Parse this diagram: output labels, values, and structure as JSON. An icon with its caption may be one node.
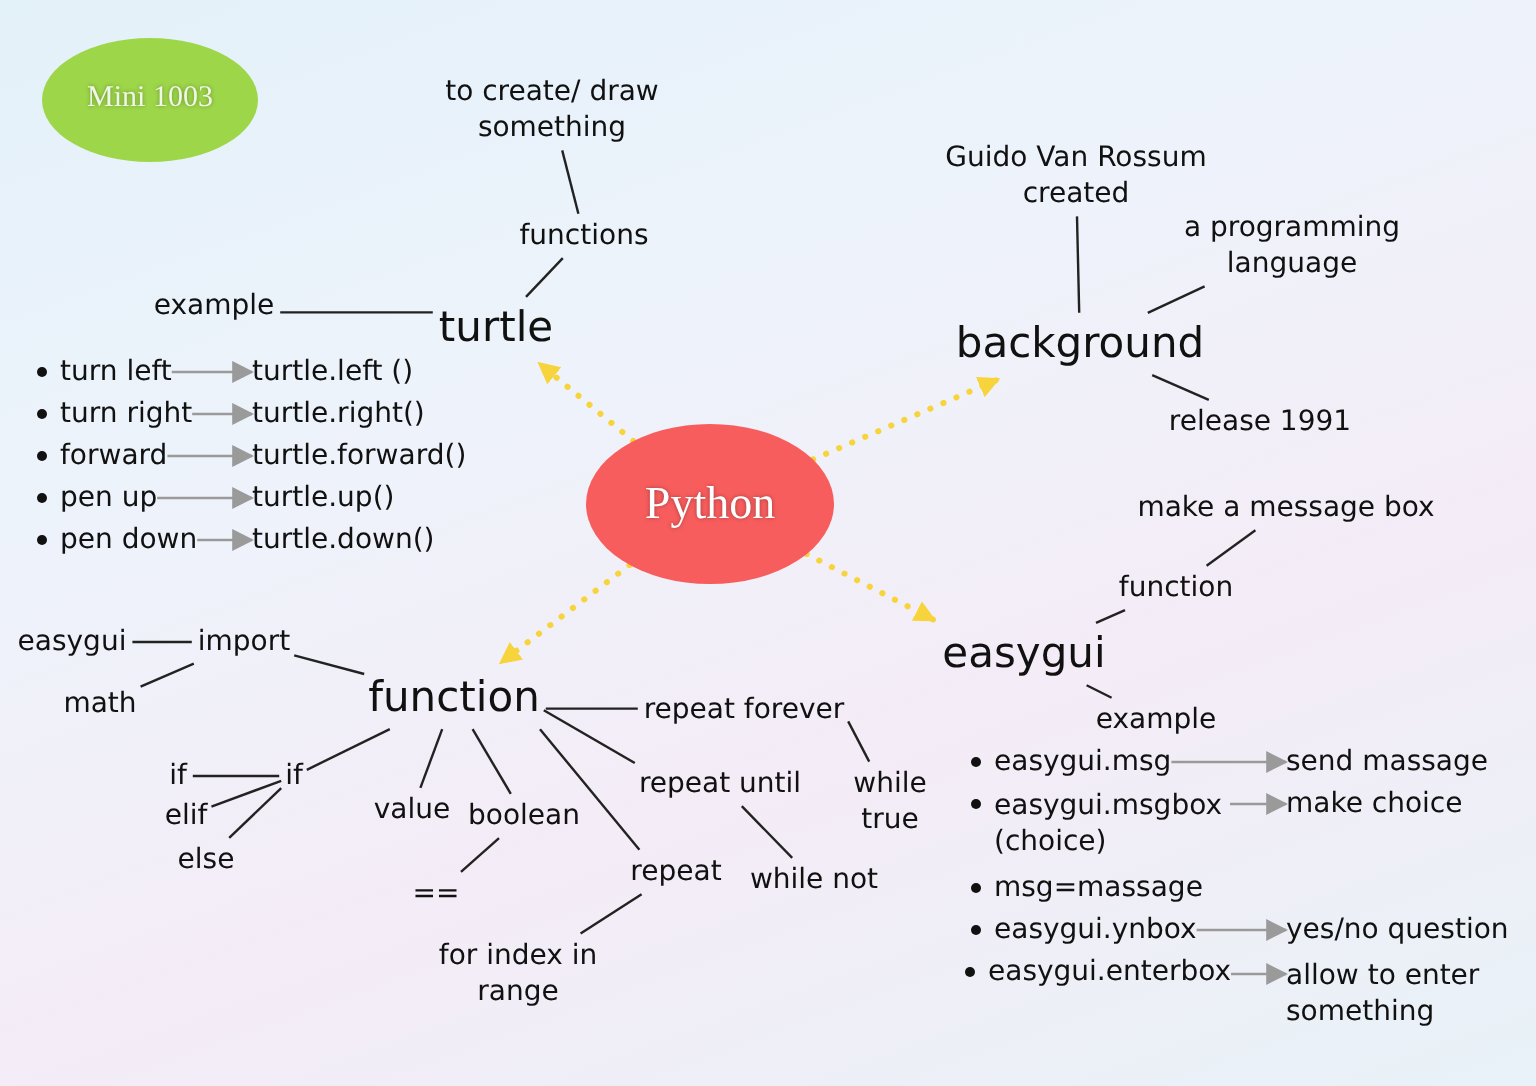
{
  "diagram": {
    "nodes": [
      {
        "text": [
          "Mini 1003"
        ]
      },
      {
        "text": [
          "Python"
        ]
      },
      {
        "text": [
          "turtle"
        ]
      },
      {
        "text": [
          "functions"
        ]
      },
      {
        "text": [
          "to create/ draw something"
        ]
      },
      {
        "text": [
          "example"
        ]
      },
      {
        "text": [
          "turn left"
        ]
      },
      {
        "text": [
          "turn right"
        ]
      },
      {
        "text": [
          "forward"
        ]
      },
      {
        "text": [
          "pen up"
        ]
      },
      {
        "text": [
          "pen down"
        ]
      },
      {
        "text": [
          "turtle.left ()"
        ]
      },
      {
        "text": [
          "turtle.right()"
        ]
      },
      {
        "text": [
          "turtle.forward()"
        ]
      },
      {
        "text": [
          "turtle.up()"
        ]
      },
      {
        "text": [
          "turtle.down()"
        ]
      },
      {
        "text": [
          "background"
        ]
      },
      {
        "text": [
          "Guido Van Rossum created"
        ]
      },
      {
        "text": [
          "a programming language"
        ]
      },
      {
        "text": [
          "release 1991"
        ]
      },
      {
        "text": [
          "easygui"
        ]
      },
      {
        "text": [
          "function"
        ]
      },
      {
        "text": [
          "make a message box"
        ]
      },
      {
        "text": [
          "example"
        ]
      },
      {
        "text": [
          "easygui.msg"
        ]
      },
      {
        "text": [
          "easygui.msgbox (choice)"
        ]
      },
      {
        "text": [
          "msg=massage"
        ]
      },
      {
        "text": [
          "easygui.ynbox"
        ]
      },
      {
        "text": [
          "easygui.enterbox"
        ]
      },
      {
        "text": [
          "send massage"
        ]
      },
      {
        "text": [
          "make choice"
        ]
      },
      {
        "text": [
          "yes/no question"
        ]
      },
      {
        "text": [
          "allow to enter something"
        ]
      },
      {
        "text": [
          "function"
        ]
      },
      {
        "text": [
          "import"
        ]
      },
      {
        "text": [
          "easygui"
        ]
      },
      {
        "text": [
          "math"
        ]
      },
      {
        "text": [
          "if"
        ]
      },
      {
        "text": [
          "if"
        ]
      },
      {
        "text": [
          "elif"
        ]
      },
      {
        "text": [
          "else"
        ]
      },
      {
        "text": [
          "value"
        ]
      },
      {
        "text": [
          "boolean"
        ]
      },
      {
        "text": [
          "=="
        ]
      },
      {
        "text": [
          "repeat"
        ]
      },
      {
        "text": [
          "for index in range"
        ]
      },
      {
        "text": [
          "repeat until"
        ]
      },
      {
        "text": [
          "while not"
        ]
      },
      {
        "text": [
          "repeat forever"
        ]
      },
      {
        "text": [
          "while true"
        ]
      }
    ],
    "edges": [
      {
        "from": 1,
        "to": 2,
        "arrow": "to",
        "style": "dashed",
        "color": "#f7d33c"
      },
      {
        "from": 1,
        "to": 16,
        "arrow": "to",
        "style": "dashed",
        "color": "#f7d33c"
      },
      {
        "from": 1,
        "to": 20,
        "arrow": "to",
        "style": "dashed",
        "color": "#f7d33c"
      },
      {
        "from": 1,
        "to": 33,
        "arrow": "to",
        "style": "dashed",
        "color": "#f7d33c"
      },
      {
        "from": 2,
        "to": 3,
        "arrow": "none"
      },
      {
        "from": 3,
        "to": 4,
        "arrow": "none"
      },
      {
        "from": 2,
        "to": 5,
        "arrow": "none"
      },
      {
        "from": 6,
        "to": 11,
        "arrow": "to",
        "color": "#9a9a9a"
      },
      {
        "from": 7,
        "to": 12,
        "arrow": "to",
        "color": "#9a9a9a"
      },
      {
        "from": 8,
        "to": 13,
        "arrow": "to",
        "color": "#9a9a9a"
      },
      {
        "from": 9,
        "to": 14,
        "arrow": "to",
        "color": "#9a9a9a"
      },
      {
        "from": 10,
        "to": 15,
        "arrow": "to",
        "color": "#9a9a9a"
      },
      {
        "from": 16,
        "to": 17,
        "arrow": "none"
      },
      {
        "from": 16,
        "to": 18,
        "arrow": "none"
      },
      {
        "from": 16,
        "to": 19,
        "arrow": "none"
      },
      {
        "from": 20,
        "to": 21,
        "arrow": "none"
      },
      {
        "from": 21,
        "to": 22,
        "arrow": "none"
      },
      {
        "from": 20,
        "to": 23,
        "arrow": "none"
      },
      {
        "from": 24,
        "to": 29,
        "arrow": "to",
        "color": "#9a9a9a"
      },
      {
        "from": 25,
        "to": 30,
        "arrow": "to",
        "color": "#9a9a9a"
      },
      {
        "from": 27,
        "to": 31,
        "arrow": "to",
        "color": "#9a9a9a"
      },
      {
        "from": 28,
        "to": 32,
        "arrow": "to",
        "color": "#9a9a9a"
      },
      {
        "from": 33,
        "to": 34,
        "arrow": "none"
      },
      {
        "from": 34,
        "to": 35,
        "arrow": "none"
      },
      {
        "from": 34,
        "to": 36,
        "arrow": "none"
      },
      {
        "from": 33,
        "to": 37,
        "arrow": "none"
      },
      {
        "from": 37,
        "to": 38,
        "arrow": "none"
      },
      {
        "from": 37,
        "to": 39,
        "arrow": "none"
      },
      {
        "from": 37,
        "to": 40,
        "arrow": "none"
      },
      {
        "from": 33,
        "to": 41,
        "arrow": "none"
      },
      {
        "from": 33,
        "to": 42,
        "arrow": "none"
      },
      {
        "from": 42,
        "to": 43,
        "arrow": "none"
      },
      {
        "from": 33,
        "to": 44,
        "arrow": "none"
      },
      {
        "from": 44,
        "to": 45,
        "arrow": "none"
      },
      {
        "from": 33,
        "to": 46,
        "arrow": "none"
      },
      {
        "from": 46,
        "to": 47,
        "arrow": "none"
      },
      {
        "from": 33,
        "to": 48,
        "arrow": "none"
      },
      {
        "from": 48,
        "to": 49,
        "arrow": "none"
      }
    ]
  }
}
